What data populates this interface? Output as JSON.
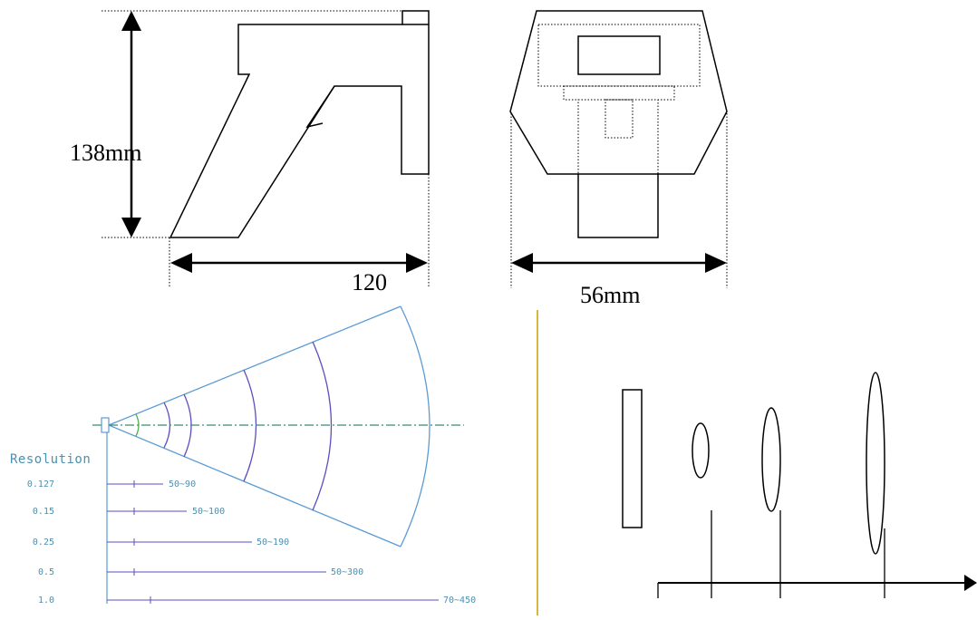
{
  "dimensions": {
    "height_label": "138mm",
    "length_label": "120",
    "width_label": "56mm"
  },
  "scan_pattern": {
    "resolution_title": "Resolution",
    "rows": [
      {
        "resolution": "0.127",
        "range": "50~90"
      },
      {
        "resolution": "0.15",
        "range": "50~100"
      },
      {
        "resolution": "0.25",
        "range": "50~190"
      },
      {
        "resolution": "0.5",
        "range": "50~300"
      },
      {
        "resolution": "1.0",
        "range": "70~450"
      }
    ]
  },
  "colors": {
    "line": "#000000",
    "scan_blue": "#5b9bd5",
    "scan_purple": "#5b4fc0",
    "scan_green": "#4caf50",
    "divider": "#c8a000"
  }
}
